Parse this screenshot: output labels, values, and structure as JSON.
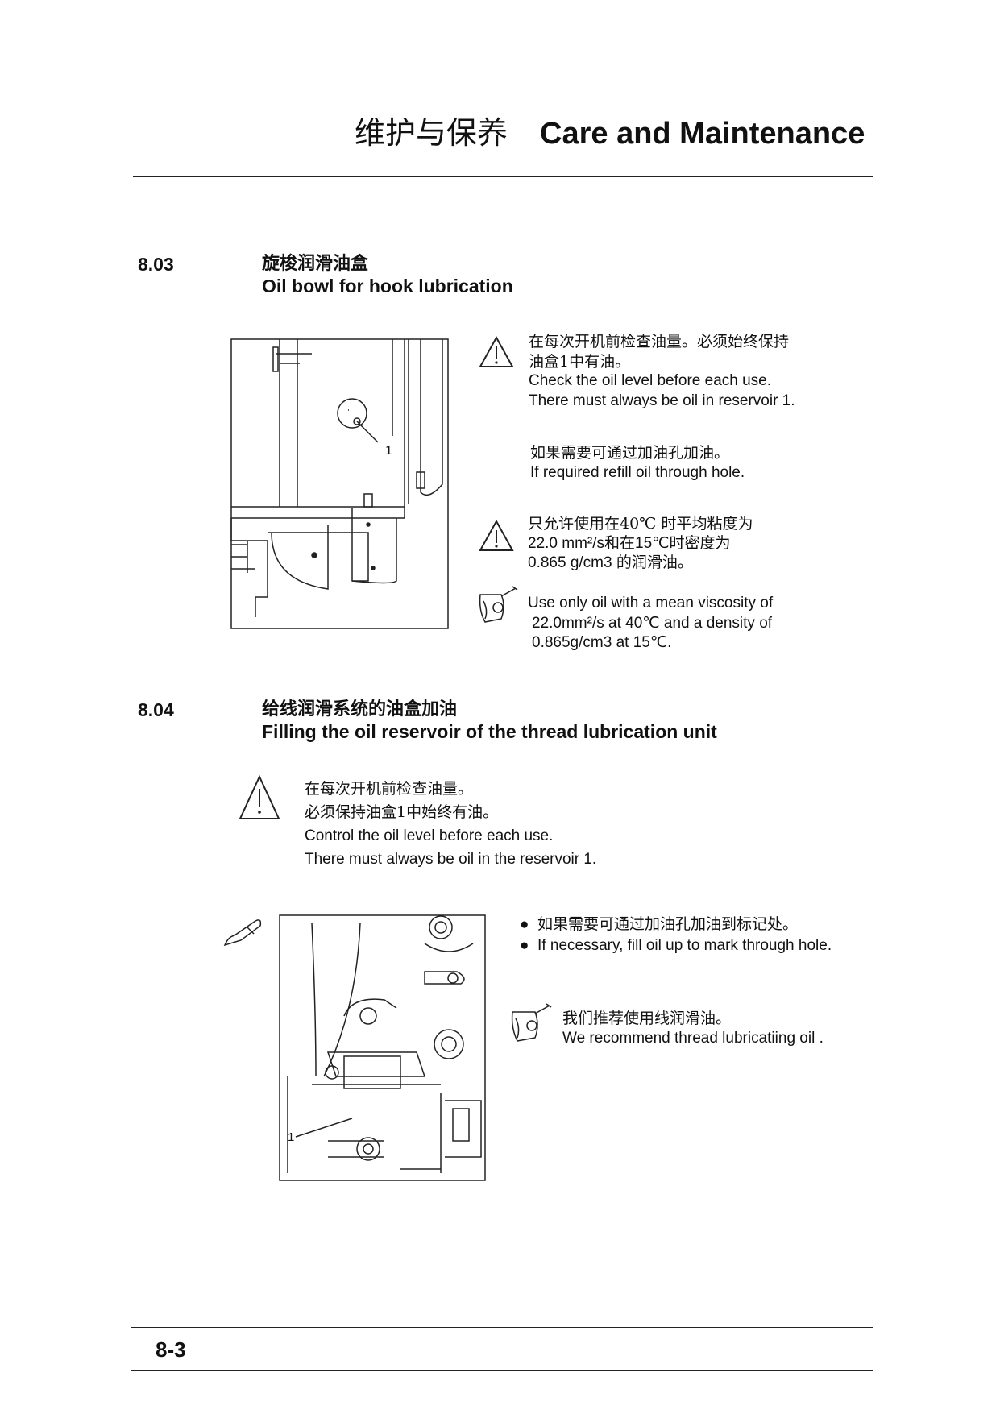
{
  "header": {
    "title_cn": "维护与保养",
    "title_en": "Care and Maintenance"
  },
  "sections": [
    {
      "number": "8.03",
      "title_cn": "旋梭润滑油盒",
      "title_en": "Oil bowl for hook lubrication",
      "figure_callout": "1",
      "notes": [
        {
          "icon": "warning-triangle-icon",
          "lines": [
            "在每次开机前检查油量。必须始终保持",
            "油盒1中有油。",
            "Check the oil level before each use.",
            "There must  always be oil in reservoir 1."
          ]
        },
        {
          "icon": "none",
          "lines": [
            "如果需要可通过加油孔加油。",
            "If required refill oil through hole."
          ]
        },
        {
          "icon": "warning-triangle-icon",
          "lines": [
            "只允许使用在40℃  时平均粘度为",
            "22.0 mm²/s和在15℃时密度为",
            "0.865 g/cm3  的润滑油。"
          ]
        },
        {
          "icon": "oil-can-mascot-icon",
          "lines": [
            "Use only oil with a mean viscosity of",
            "22.0mm²/s  at 40℃ and a density of",
            "0.865g/cm3 at 15℃."
          ]
        }
      ]
    },
    {
      "number": "8.04",
      "title_cn": "给线润滑系统的油盒加油",
      "title_en": "Filling the oil reservoir of the thread lubrication unit",
      "warning": [
        "在每次开机前检查油量。",
        "必须保持油盒1中始终有油。",
        "Control the oil level before each use.",
        "There must always be oil in the reservoir 1."
      ],
      "figure_callout": "1",
      "bullets": [
        "如果需要可通过加油孔加油到标记处。",
        "If necessary, fill oil up to mark through hole."
      ],
      "recommend": [
        "我们推荐使用线润滑油。",
        "We recommend thread lubricatiing oil ."
      ]
    }
  ],
  "footer": {
    "page_number": "8-3"
  }
}
